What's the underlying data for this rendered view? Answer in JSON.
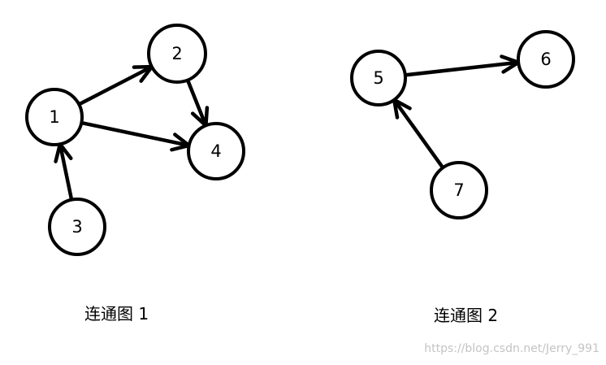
{
  "nodes": [
    {
      "id": "1",
      "label": "1"
    },
    {
      "id": "2",
      "label": "2"
    },
    {
      "id": "3",
      "label": "3"
    },
    {
      "id": "4",
      "label": "4"
    },
    {
      "id": "5",
      "label": "5"
    },
    {
      "id": "6",
      "label": "6"
    },
    {
      "id": "7",
      "label": "7"
    }
  ],
  "edges": [
    {
      "from": "1",
      "to": "2"
    },
    {
      "from": "2",
      "to": "4"
    },
    {
      "from": "1",
      "to": "4"
    },
    {
      "from": "3",
      "to": "1"
    },
    {
      "from": "5",
      "to": "6"
    },
    {
      "from": "7",
      "to": "5"
    }
  ],
  "captions": {
    "graph1": "连通图 1",
    "graph2": "连通图 2"
  },
  "watermark": "https://blog.csdn.net/Jerry_991",
  "colors": {
    "stroke": "#000000",
    "background": "#ffffff",
    "watermark": "#c4c4c4"
  }
}
